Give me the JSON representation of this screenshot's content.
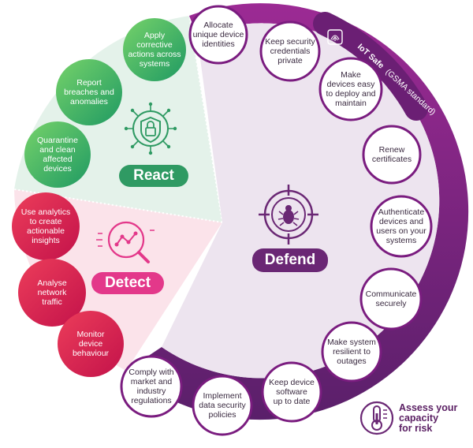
{
  "colors": {
    "defend_purple": "#7a1c7f",
    "defend_panel": "#ede4ef",
    "react_green": "#3aa56a",
    "react_panel": "#e4f2ea",
    "detect_red": "#d81b4f",
    "detect_panel": "#fbe3ea",
    "detect_label": "#e3388a",
    "defend_label": "#6a2774"
  },
  "labels": {
    "react": "React",
    "detect": "Detect",
    "defend": "Defend",
    "iot_safe_title": "IoT Safe",
    "iot_safe_sub": "(GSMA standard)",
    "assess": "Assess your\ncapacity\nfor risk"
  },
  "react_actions": [
    "Apply\ncorrective\nactions across\nsystems",
    "Report\nbreaches and\nanomalies",
    "Quarantine\nand clean\naffected\ndevices"
  ],
  "detect_actions": [
    "Use analytics\nto create\nactionable\ninsights",
    "Analyse\nnetwork\ntraffic",
    "Monitor\ndevice\nbehaviour"
  ],
  "defend_actions": [
    "Allocate\nunique device\nidentities",
    "Keep security\ncredentials\nprivate",
    "Make\ndevices easy\nto deploy and\nmaintain",
    "Renew\ncertificates",
    "Authenticate\ndevices and\nusers on your\nsystems",
    "Communicate\nsecurely",
    "Make system\nresilient to\noutages",
    "Keep device\nsoftware\nup to date",
    "Implement\ndata security\npolicies",
    "Comply with\nmarket and\nindustry\nregulations"
  ],
  "icons": {
    "react": "shield-lock-icon",
    "detect": "analytics-magnifier-icon",
    "defend": "bug-crosshair-icon",
    "iot_safe": "fingerprint-chip-icon",
    "assess": "thermometer-gauge-icon"
  }
}
